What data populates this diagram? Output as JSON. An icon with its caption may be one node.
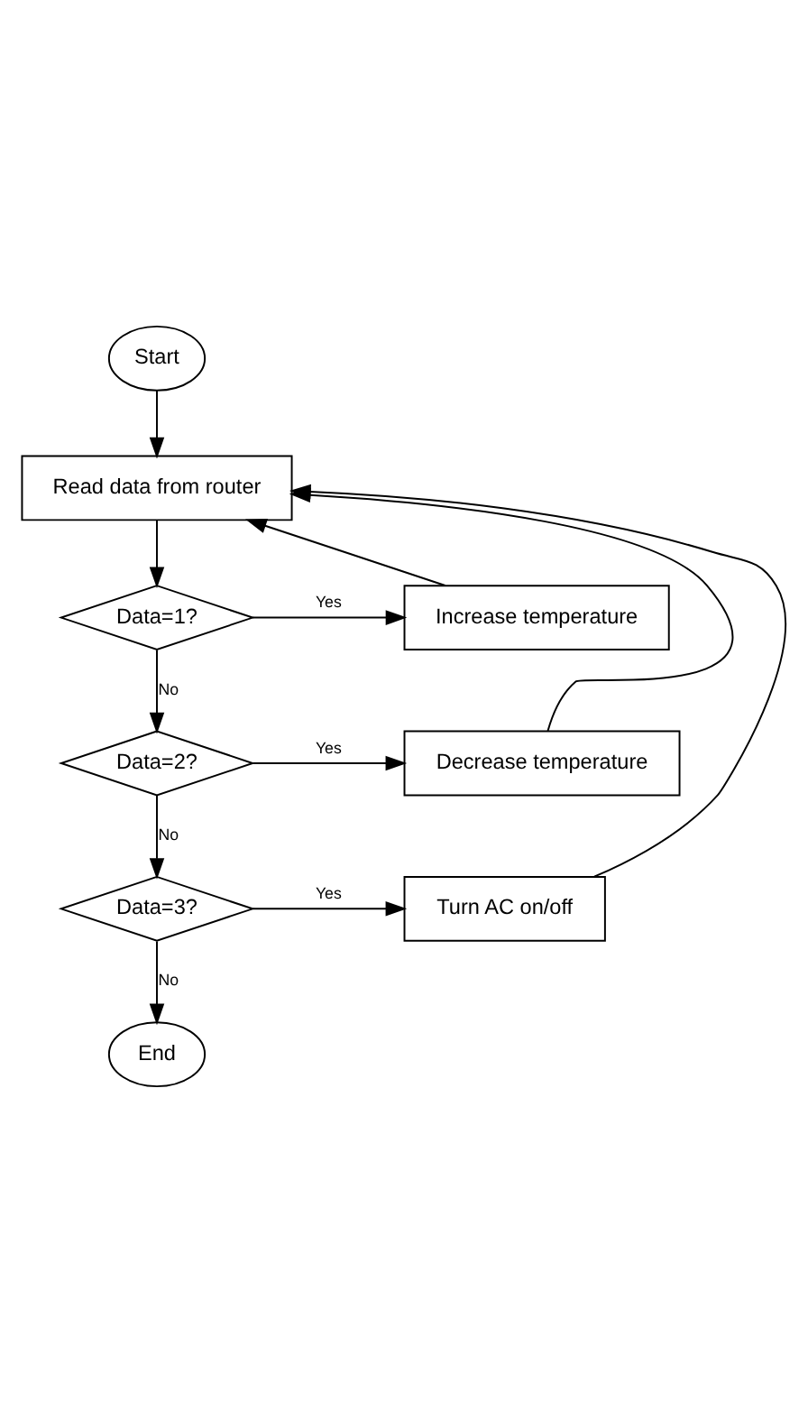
{
  "diagram": {
    "nodes": [
      {
        "text": [
          "Start"
        ]
      },
      {
        "text": [
          "Read data from router"
        ]
      },
      {
        "text": [
          "Data=1?"
        ]
      },
      {
        "text": [
          "Increase temperature"
        ]
      },
      {
        "text": [
          "Data=2?"
        ]
      },
      {
        "text": [
          "Decrease temperature"
        ]
      },
      {
        "text": [
          "Data=3?"
        ]
      },
      {
        "text": [
          "Turn AC on/off"
        ]
      },
      {
        "text": [
          "End"
        ]
      }
    ],
    "edges": [
      {
        "from": 0,
        "to": 1,
        "arrow": "to"
      },
      {
        "from": 1,
        "to": 2,
        "arrow": "to"
      },
      {
        "from": 2,
        "to": 3,
        "arrow": "to",
        "label": "Yes"
      },
      {
        "from": 2,
        "to": 4,
        "arrow": "to",
        "label": "No"
      },
      {
        "from": 4,
        "to": 5,
        "arrow": "to",
        "label": "Yes"
      },
      {
        "from": 4,
        "to": 6,
        "arrow": "to",
        "label": "No"
      },
      {
        "from": 6,
        "to": 7,
        "arrow": "to",
        "label": "Yes"
      },
      {
        "from": 6,
        "to": 8,
        "arrow": "to",
        "label": "No"
      },
      {
        "from": 3,
        "to": 1,
        "arrow": "to"
      },
      {
        "from": 5,
        "to": 1,
        "arrow": "to"
      },
      {
        "from": 7,
        "to": 1,
        "arrow": "to"
      }
    ]
  }
}
